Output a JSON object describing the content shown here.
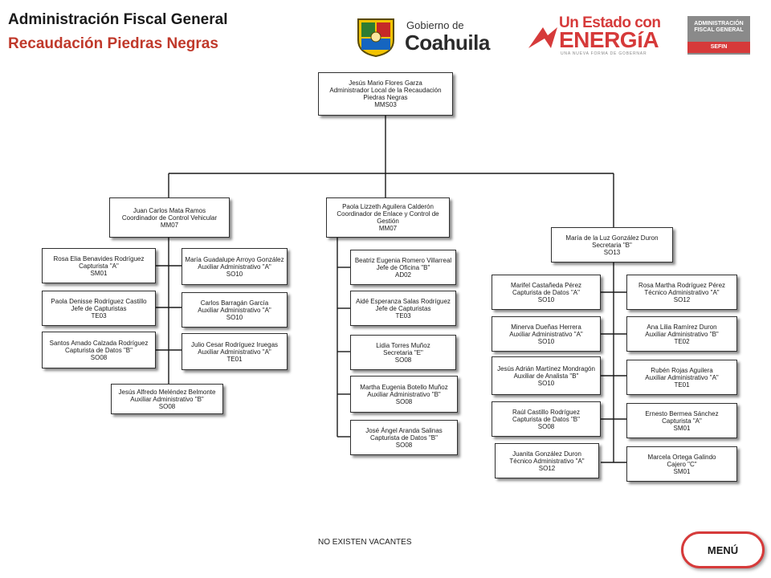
{
  "header": {
    "title": "Administración Fiscal General",
    "subtitle": "Recaudación Piedras Negras"
  },
  "logos": {
    "gobierno_small": "Gobierno de",
    "gobierno_big": "Coahuila",
    "estado_top": "Un Estado con",
    "estado_big": "ENERGíA",
    "estado_tagline": "UNA NUEVA FORMA DE GOBERNAR",
    "afg_line1": "ADMINISTRACIÓN",
    "afg_line2": "FISCAL GENERAL",
    "afg_sefin": "SEFIN"
  },
  "org": {
    "head": {
      "name": "Jesús Mario Flores Garza",
      "role": "Administrador Local de la Recaudación Piedras Negras",
      "code": "MMS03"
    },
    "left_head": {
      "name": "Juan Carlos Mata Ramos",
      "role": "Coordinador de Control Vehicular",
      "code": "MM07"
    },
    "left_a": [
      {
        "name": "Rosa Elia Benavides Rodríguez",
        "role": "Capturista \"A\"",
        "code": "SM01"
      },
      {
        "name": "Paola Denisse Rodríguez Castillo",
        "role": "Jefe de Capturistas",
        "code": "TE03"
      },
      {
        "name": "Santos Amado Calzada Rodríguez",
        "role": "Capturista de Datos \"B\"",
        "code": "SO08"
      }
    ],
    "left_b": [
      {
        "name": "María Guadalupe Arroyo González",
        "role": "Auxiliar Administrativo \"A\"",
        "code": "SO10"
      },
      {
        "name": "Carlos Barragán García",
        "role": "Auxiliar Administrativo \"A\"",
        "code": "SO10"
      },
      {
        "name": "Julio Cesar Rodríguez Iruegas",
        "role": "Auxiliar Administrativo \"A\"",
        "code": "TE01"
      }
    ],
    "left_bottom": {
      "name": "Jesús Alfredo Meléndez Belmonte",
      "role": "Auxiliar Administrativo \"B\"",
      "code": "SO08"
    },
    "mid_head": {
      "name": "Paola Lizzeth Aguilera Calderón",
      "role": "Coordinador de Enlace y Control de Gestión",
      "code": "MM07"
    },
    "mid": [
      {
        "name": "Beatriz Eugenia Romero Villarreal",
        "role": "Jefe de Oficina \"B\"",
        "code": "AD02"
      },
      {
        "name": "Aidé Esperanza Salas Rodríguez",
        "role": "Jefe de Capturistas",
        "code": "TE03"
      },
      {
        "name": "Lidia Torres Muñoz",
        "role": "Secretaria \"E\"",
        "code": "SO08"
      },
      {
        "name": "Martha Eugenia Botello Muñoz",
        "role": "Auxiliar Administrativo \"B\"",
        "code": "SO08"
      },
      {
        "name": "José Ángel Aranda Salinas",
        "role": "Capturista de Datos \"B\"",
        "code": "SO08"
      }
    ],
    "right_head": {
      "name": "María de la Luz González Duron",
      "role": "Secretaria \"B\"",
      "code": "SO13"
    },
    "right_a": [
      {
        "name": "Marifel Castañeda Pérez",
        "role": "Capturista de Datos \"A\"",
        "code": "SO10"
      },
      {
        "name": "Minerva Dueñas Herrera",
        "role": "Auxiliar Administrativo \"A\"",
        "code": "SO10"
      },
      {
        "name": "Jesús Adrián Martínez Mondragón",
        "role": "Auxiliar de Analista \"B\"",
        "code": "SO10"
      },
      {
        "name": "Raúl Castillo Rodríguez",
        "role": "Capturista de Datos \"B\"",
        "code": "SO08"
      },
      {
        "name": "Juanita González Duron",
        "role": "Técnico Administrativo \"A\"",
        "code": "SO12"
      }
    ],
    "right_b": [
      {
        "name": "Rosa Martha Rodríguez Pérez",
        "role": "Técnico Administrativo \"A\"",
        "code": "SO12"
      },
      {
        "name": "Ana Lilia Ramírez Duron",
        "role": "Auxiliar Administrativo \"B\"",
        "code": "TE02"
      },
      {
        "name": "Rubén Rojas Aguilera",
        "role": "Auxiliar Administrativo \"A\"",
        "code": "TE01"
      },
      {
        "name": "Ernesto Bermea Sánchez",
        "role": "Capturista \"A\"",
        "code": "SM01"
      },
      {
        "name": "Marcela Ortega Galindo",
        "role": "Cajero \"C\"",
        "code": "SM01"
      }
    ]
  },
  "footer": {
    "note": "NO EXISTEN VACANTES"
  },
  "menu": {
    "label": "MENÚ"
  }
}
